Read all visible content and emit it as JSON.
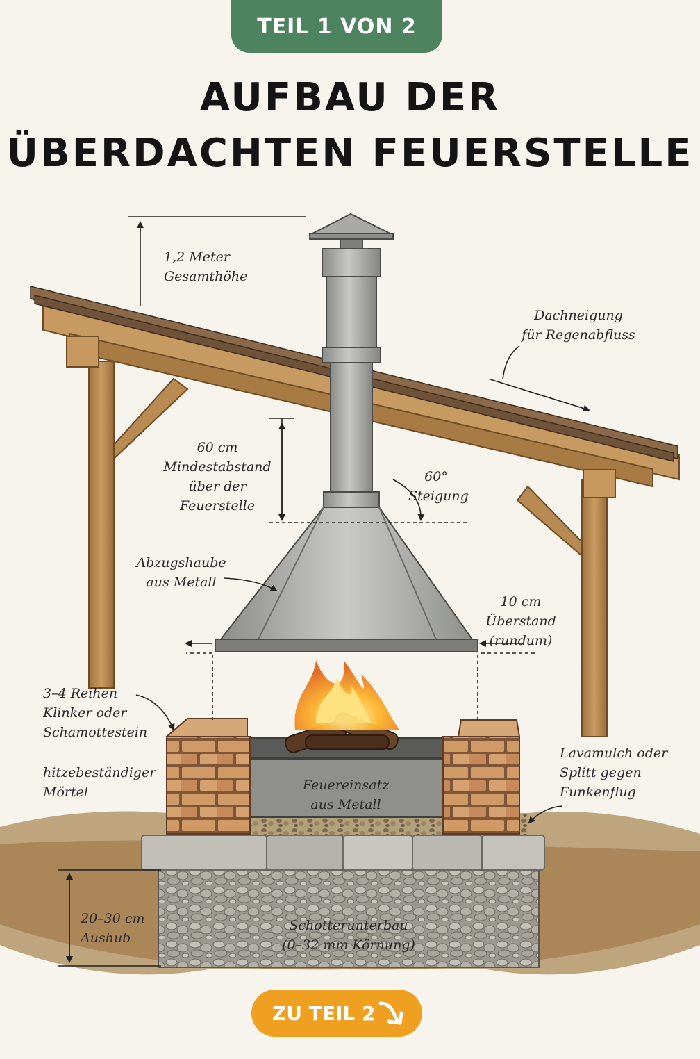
{
  "badge": "TEIL 1 VON 2",
  "title": {
    "line1": "AUFBAU DER",
    "line2": "ÜBERDACHTEN FEUERSTELLE"
  },
  "labels": {
    "height_total": "1,2 Meter\nGesamthöhe",
    "roof_slope": "Dachneigung\nfür Regenabfluss",
    "min_distance": "60 cm\nMindestabstand\nüber der\nFeuerstelle",
    "incline": "60°\nSteigung",
    "hood": "Abzugshaube\naus Metall",
    "overhang": "10 cm Überstand\n(rundum)",
    "rows": "3–4 Reihen\nKlinker oder\nSchamottestein",
    "mortar": "hitzebeständiger\nMörtel",
    "lava": "Lavamulch oder\nSplitt gegen\nFunkenflug",
    "insert": "Feuereinsatz\naus Metall",
    "excavation": "20–30 cm\nAushub",
    "gravel": "Schotterunterbau\n(0–32 mm Körnung)"
  },
  "cta": {
    "label": "ZU TEIL 2"
  },
  "colors": {
    "badge": "#4e8360",
    "cta": "#f0a020",
    "wood": "#b98a52",
    "metal": "#a9aaa6",
    "brick": "#c9905c",
    "soil": "#a47c4e"
  },
  "icons": {
    "cta": "arrow-down-right-icon"
  }
}
